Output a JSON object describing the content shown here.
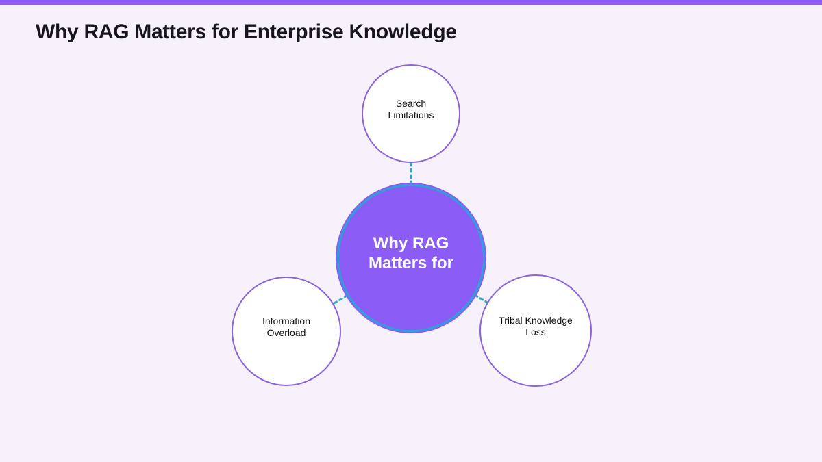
{
  "page": {
    "title": "Why RAG Matters for Enterprise Knowledge",
    "background_color": "#F6F1FA",
    "top_bar_color": "#8B5CF6"
  },
  "diagram": {
    "connector_color": "#2FAAC0",
    "connector_style": "dashed",
    "center_node": {
      "label": "Why RAG Matters for",
      "fill_color": "#8B5CF6",
      "ring_color": "#2F9FD8",
      "text_color": "#FFFFFF"
    },
    "nodes": [
      {
        "id": "search-limitations",
        "label": "Search Limitations",
        "fill_color": "#FFFFFF",
        "border_color": "#8A63DD"
      },
      {
        "id": "information-overload",
        "label": "Information Overload",
        "fill_color": "#FFFFFF",
        "border_color": "#8A63DD"
      },
      {
        "id": "tribal-knowledge-loss",
        "label": "Tribal Knowledge Loss",
        "fill_color": "#FFFFFF",
        "border_color": "#8A63DD"
      }
    ]
  }
}
